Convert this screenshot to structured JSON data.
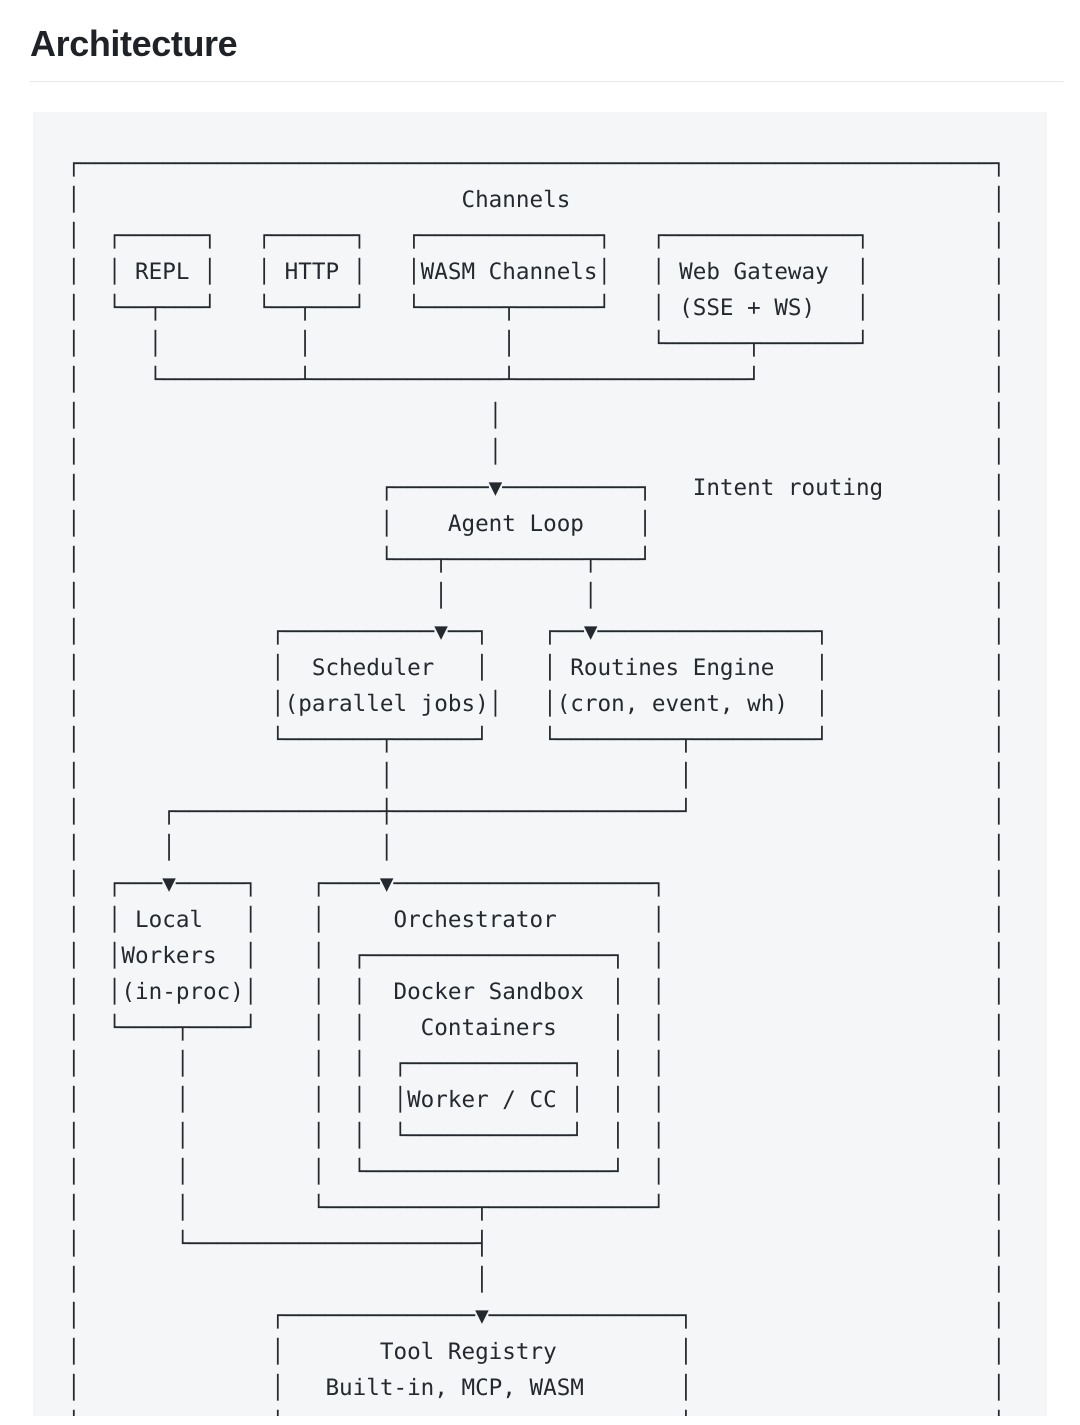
{
  "page": {
    "title": "Architecture"
  },
  "diagram": {
    "kind": "ascii-architecture-diagram",
    "section_label": "Channels",
    "side_note": "Intent routing",
    "nodes": [
      {
        "id": "repl",
        "label": "REPL",
        "lines": [
          "REPL"
        ]
      },
      {
        "id": "http",
        "label": "HTTP",
        "lines": [
          "HTTP"
        ]
      },
      {
        "id": "wasm-channels",
        "label": "WASM Channels",
        "lines": [
          "WASM Channels"
        ]
      },
      {
        "id": "web-gateway",
        "label": "Web Gateway",
        "lines": [
          "Web Gateway",
          "(SSE + WS)"
        ]
      },
      {
        "id": "agent-loop",
        "label": "Agent Loop",
        "lines": [
          "Agent Loop"
        ]
      },
      {
        "id": "scheduler",
        "label": "Scheduler",
        "lines": [
          "Scheduler",
          "(parallel jobs)"
        ]
      },
      {
        "id": "routines-engine",
        "label": "Routines Engine",
        "lines": [
          "Routines Engine",
          "(cron, event, wh)"
        ]
      },
      {
        "id": "local-workers",
        "label": "Local Workers",
        "lines": [
          "Local",
          "Workers",
          "(in-proc)"
        ]
      },
      {
        "id": "orchestrator",
        "label": "Orchestrator",
        "lines": [
          "Orchestrator"
        ]
      },
      {
        "id": "docker-sandbox",
        "label": "Docker Sandbox Containers",
        "lines": [
          "Docker Sandbox",
          "Containers"
        ]
      },
      {
        "id": "worker-cc",
        "label": "Worker / CC",
        "lines": [
          "Worker / CC"
        ]
      },
      {
        "id": "tool-registry",
        "label": "Tool Registry",
        "lines": [
          "Tool Registry",
          "Built-in, MCP, WASM"
        ]
      }
    ],
    "colors": {
      "panel_background": "#f5f6f8",
      "ink": "#24292f",
      "page_background": "#ffffff",
      "rule": "#e4e8ed"
    },
    "art": "┌───────────────────────────────────────────────────────────────────┐\n│                            Channels                               │\n│  ┌──────┐   ┌──────┐   ┌─────────────┐   ┌──────────────┐         │\n│  │ REPL │   │ HTTP │   │WASM Channels│   │ Web Gateway  │         │\n│  └──┬───┘   └──┬───┘   └──────┬──────┘   │ (SSE + WS)   │         │\n│     │          │              │          └──────┬───────┘         │\n│     └──────────┴──────────────┴─────────────────┘                 │\n│                              │                                    │\n│                              │                                    │\n│                      ┌───────▼──────────┐   Intent routing        │\n│                      │    Agent Loop    │                         │\n│                      └───┬──────────┬───┘                         │\n│                          │          │                             │\n│              ┌───────────▼──┐    ┌──▼────────────────┐            │\n│              │  Scheduler   │    │ Routines Engine   │            │\n│              │(parallel jobs)│   │(cron, event, wh)  │            │\n│              └───────┬──────┘    └─────────┬─────────┘            │\n│                      │                     │                      │\n│      ┌───────────────┼─────────────────────┘                      │\n│      │               │                                            │\n│  ┌───▼─────┐    ┌────▼───────────────────┐                        │\n│  │ Local   │    │     Orchestrator       │                        │\n│  │Workers  │    │  ┌──────────────────┐  │                        │\n│  │(in-proc)│    │  │  Docker Sandbox  │  │                        │\n│  └────┬────┘    │  │    Containers    │  │                        │\n│       │         │  │  ┌────────────┐  │  │                        │\n│       │         │  │  │Worker / CC │  │  │                        │\n│       │         │  │  └────────────┘  │  │                        │\n│       │         │  └──────────────────┘  │                        │\n│       │         └───────────┬────────────┘                        │\n│       └─────────────────────┤                                     │\n│                             │                                     │\n│              ┌──────────────▼──────────────┐                      │\n│              │       Tool Registry         │                      │\n│              │   Built-in, MCP, WASM       │                      │\n│              └─────────────────────────────┘                      │\n└───────────────────────────────────────────────────────────────────┘"
  }
}
